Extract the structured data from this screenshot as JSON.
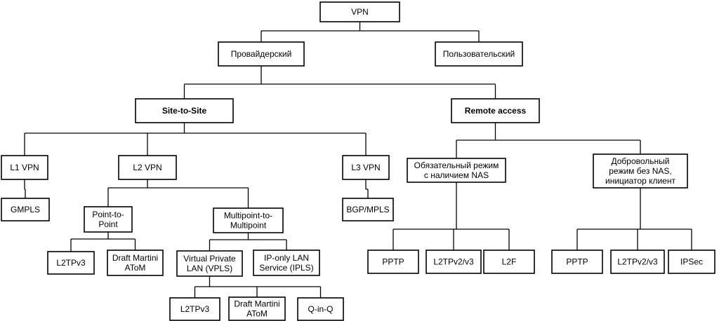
{
  "nodes": [
    {
      "id": "vpn",
      "lines": [
        "VPN"
      ],
      "parent": null
    },
    {
      "id": "provider",
      "lines": [
        "Провайдерский"
      ],
      "parent": "vpn"
    },
    {
      "id": "user",
      "lines": [
        "Пользовательский"
      ],
      "parent": "vpn"
    },
    {
      "id": "site-to-site",
      "lines": [
        "Site-to-Site"
      ],
      "parent": "provider",
      "bold": true
    },
    {
      "id": "remote-access",
      "lines": [
        "Remote access"
      ],
      "parent": "provider",
      "bold": true
    },
    {
      "id": "l1-vpn",
      "lines": [
        "L1 VPN"
      ],
      "parent": "site-to-site"
    },
    {
      "id": "l2-vpn",
      "lines": [
        "L2 VPN"
      ],
      "parent": "site-to-site"
    },
    {
      "id": "l3-vpn",
      "lines": [
        "L3 VPN"
      ],
      "parent": "site-to-site"
    },
    {
      "id": "gmpls",
      "lines": [
        "GMPLS"
      ],
      "parent": "l1-vpn"
    },
    {
      "id": "point-to-point",
      "lines": [
        "Point-to-",
        "Point"
      ],
      "parent": "l2-vpn"
    },
    {
      "id": "multipoint",
      "lines": [
        "Multipoint-to-",
        "Multipoint"
      ],
      "parent": "l2-vpn"
    },
    {
      "id": "bgp-mpls",
      "lines": [
        "BGP/MPLS"
      ],
      "parent": "l3-vpn"
    },
    {
      "id": "p2p-l2tpv3",
      "lines": [
        "L2TPv3"
      ],
      "parent": "point-to-point"
    },
    {
      "id": "p2p-draft-martini",
      "lines": [
        "Draft Martini",
        "AToM"
      ],
      "parent": "point-to-point"
    },
    {
      "id": "vpls",
      "lines": [
        "Virtual Private",
        "LAN (VPLS)"
      ],
      "parent": "multipoint"
    },
    {
      "id": "ipls",
      "lines": [
        "IP-only LAN",
        "Service (IPLS)"
      ],
      "parent": "multipoint"
    },
    {
      "id": "mp-l2tpv3",
      "lines": [
        "L2TPv3"
      ],
      "parent": "vpls"
    },
    {
      "id": "mp-draft-martini",
      "lines": [
        "Draft Martini",
        "AToM"
      ],
      "parent": "vpls"
    },
    {
      "id": "q-in-q",
      "lines": [
        "Q-in-Q"
      ],
      "parent": "vpls"
    },
    {
      "id": "mandatory",
      "lines": [
        "Обязательный режим",
        "с наличием NAS"
      ],
      "parent": "remote-access"
    },
    {
      "id": "voluntary",
      "lines": [
        "Добровольный",
        "режим без NAS,",
        "инициатор клиент"
      ],
      "parent": "remote-access"
    },
    {
      "id": "mand-pptp",
      "lines": [
        "PPTP"
      ],
      "parent": "mandatory"
    },
    {
      "id": "mand-l2tpv2v3",
      "lines": [
        "L2TPv2/v3"
      ],
      "parent": "mandatory"
    },
    {
      "id": "mand-l2f",
      "lines": [
        "L2F"
      ],
      "parent": "mandatory"
    },
    {
      "id": "vol-pptp",
      "lines": [
        "PPTP"
      ],
      "parent": "voluntary"
    },
    {
      "id": "vol-l2tpv2v3",
      "lines": [
        "L2TPv2/v3"
      ],
      "parent": "voluntary"
    },
    {
      "id": "vol-ipsec",
      "lines": [
        "IPSec"
      ],
      "parent": "voluntary"
    }
  ]
}
